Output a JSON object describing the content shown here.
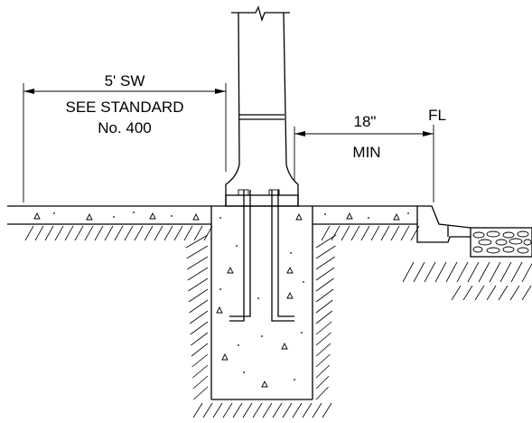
{
  "diagram": {
    "labels": {
      "sidewalk_width": "5' SW",
      "see_standard": "SEE STANDARD",
      "standard_number": "No. 400",
      "min_distance": "18\"",
      "min_word": "MIN",
      "flow_line": "FL"
    }
  }
}
